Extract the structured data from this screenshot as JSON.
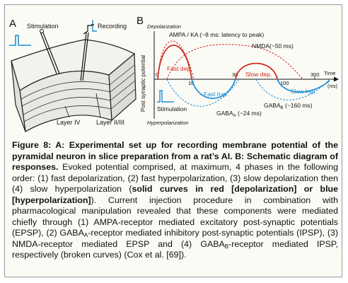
{
  "panel_a": {
    "letter": "A",
    "stimulation_label": "Stimulation",
    "recording_label": "Recording",
    "layer_iv_label": "Layer IV",
    "layer_ii_iii_label": "Layer II/III"
  },
  "panel_b": {
    "letter": "B",
    "depolarization_label": "Depolarization",
    "hyperpolarization_label": "Hyperpolarization",
    "y_axis_label": "Post synaptic potential",
    "ampa_label": "AMPA / KA (~8 ms: latency to peak)",
    "nmda_label": "NMDA(~50 ms)",
    "gaba_a_prefix": "GABA",
    "gaba_a_sub": "A",
    "gaba_a_suffix": " (~24 ms)",
    "gaba_b_prefix": "GABA",
    "gaba_b_sub": "B",
    "gaba_b_suffix": " (~160 ms)",
    "fast_dep_label": "Fast dep.",
    "slow_dep_label": "Slow dep.",
    "fast_hyp_label": "Fast hyp.",
    "slow_hyp_label": "Slow hyp.",
    "time_label": "Time",
    "time_unit": "(ms)",
    "tick_0": "0",
    "tick_10": "10",
    "tick_30": "30",
    "tick_100": "100",
    "tick_300": "300",
    "stimulation_label": "Stimulation",
    "colors": {
      "depolarization": "#d42a1e",
      "hyperpolarization": "#1f8fd6"
    }
  },
  "caption": {
    "heading": "Figure 8: A: Experimental set up for recording membrane potential of the pyramidal neuron in slice preparation from a rat’s AI. B: Schematic diagram of responses.",
    "t1": " Evoked potential comprised, at maximum, 4 phases in the following order: (1) fast depolarization, (2) fast hyperpolarization, (3) slow depolarization then (4) slow hyperpolarization (",
    "bold_mid": "solid curves in red [depolarization] or blue [hyperpolarization]",
    "t2": "). Current injection procedure in combination with pharmacological manipulation revealed that these components were mediated chiefly through (1) AMPA-receptor mediated excitatory post-synaptic potentials (EPSP), (2) GABA",
    "sub_a": "A",
    "t3": "-receptor mediated inhibitory post-synaptic potentials (IPSP), (3) NMDA-receptor mediated EPSP and (4) GABA",
    "sub_b": "B",
    "t4": "-receptor mediated IPSP, respectively (broken curves) (Cox et al. [69])."
  }
}
